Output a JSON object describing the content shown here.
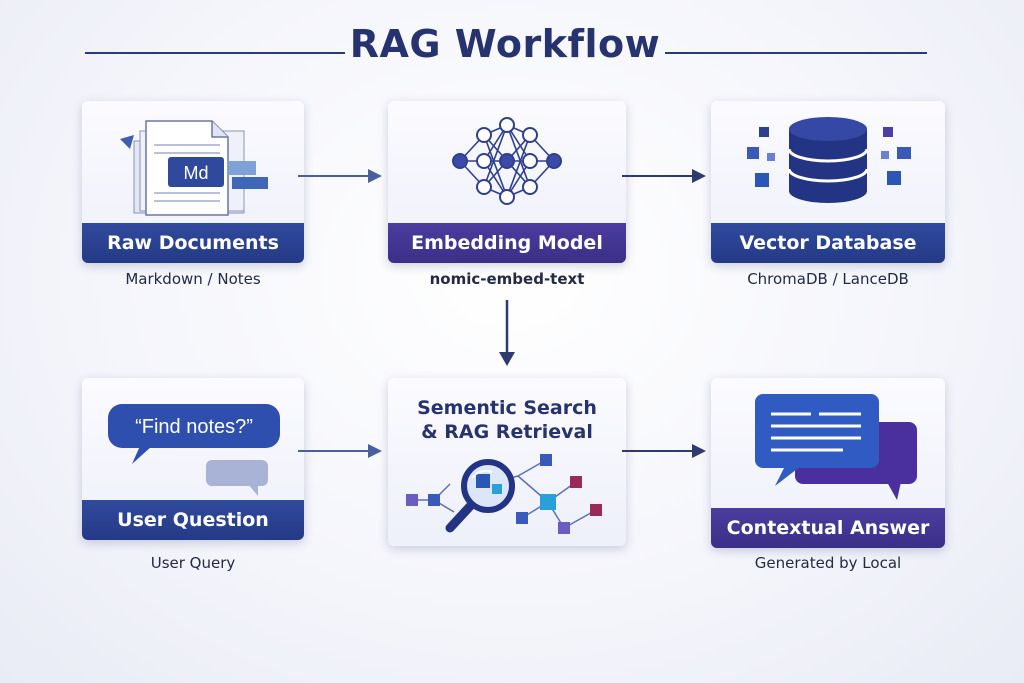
{
  "title": "RAG Workflow",
  "nodes": {
    "raw_documents": {
      "label": "Raw Documents",
      "caption": "Markdown / Notes",
      "doc_badge": "Md"
    },
    "embedding_model": {
      "label": "Embedding Model",
      "caption": "nomic-embed-text"
    },
    "vector_database": {
      "label": "Vector Database",
      "caption": "ChromaDB / LanceDB"
    },
    "user_question": {
      "label": "User Question",
      "caption": "User Query",
      "bubble_text": "“Find notes?”"
    },
    "semantic_search": {
      "title_line1": "Sementic Search",
      "title_line2": "& RAG Retrieval"
    },
    "contextual_answer": {
      "label": "Contextual Answer",
      "caption": "Generated by Local"
    }
  },
  "colors": {
    "navy": "#27336f",
    "banner_blue": "#2a4290",
    "banner_purple": "#43368f",
    "accent_blue": "#3b6fd1",
    "accent_purple": "#5a3fb0"
  },
  "icons": [
    "markdown-document-icon",
    "neural-network-icon",
    "database-icon",
    "speech-bubble-icon",
    "magnifier-graph-icon",
    "chat-bubbles-icon"
  ]
}
